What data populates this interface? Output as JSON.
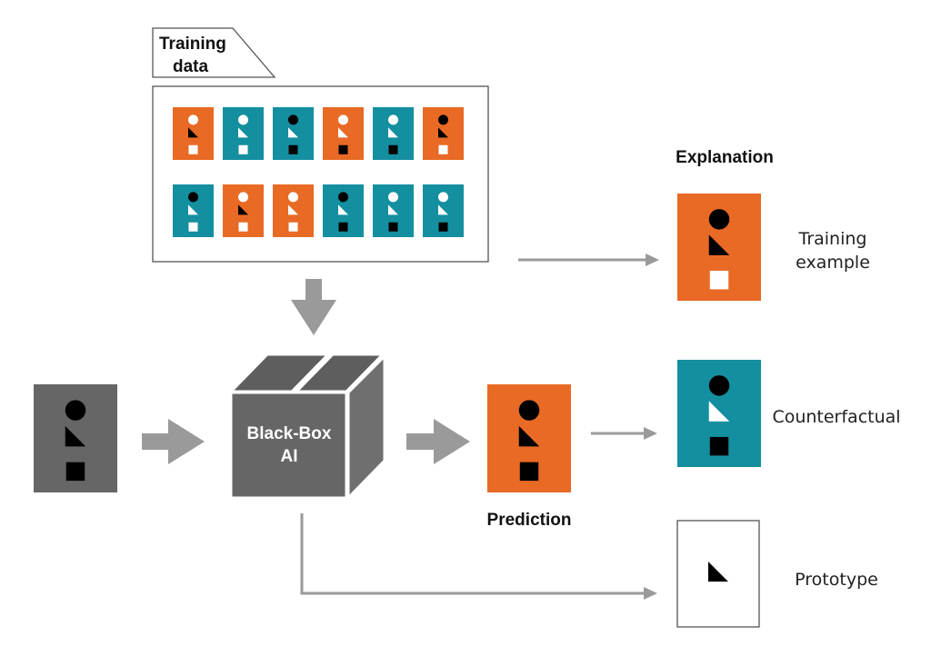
{
  "training_data": {
    "label_line1": "Training",
    "label_line2": "data",
    "cards": [
      {
        "color": "orange",
        "circle": "white",
        "triangle": "black",
        "square": "white"
      },
      {
        "color": "teal",
        "circle": "white",
        "triangle": "white",
        "square": "white"
      },
      {
        "color": "teal",
        "circle": "black",
        "triangle": "white",
        "square": "black"
      },
      {
        "color": "orange",
        "circle": "white",
        "triangle": "white",
        "square": "black"
      },
      {
        "color": "teal",
        "circle": "white",
        "triangle": "white",
        "square": "black"
      },
      {
        "color": "orange",
        "circle": "black",
        "triangle": "black",
        "square": "white"
      },
      {
        "color": "teal",
        "circle": "black",
        "triangle": "white",
        "square": "white"
      },
      {
        "color": "orange",
        "circle": "white",
        "triangle": "black",
        "square": "white"
      },
      {
        "color": "orange",
        "circle": "white",
        "triangle": "white",
        "square": "white"
      },
      {
        "color": "teal",
        "circle": "black",
        "triangle": "white",
        "square": "black"
      },
      {
        "color": "teal",
        "circle": "white",
        "triangle": "white",
        "square": "black"
      },
      {
        "color": "teal",
        "circle": "white",
        "triangle": "white",
        "square": "black"
      }
    ]
  },
  "black_box": {
    "line1": "Black-Box",
    "line2": "AI"
  },
  "input_card": {
    "color": "gray",
    "circle": "black",
    "triangle": "black",
    "square": "black"
  },
  "prediction": {
    "label": "Prediction",
    "card": {
      "color": "orange",
      "circle": "black",
      "triangle": "black",
      "square": "black"
    }
  },
  "explanation_heading": "Explanation",
  "explanations": [
    {
      "label_line1": "Training",
      "label_line2": "example",
      "card": {
        "color": "orange",
        "circle": "black",
        "triangle": "black",
        "square": "white"
      }
    },
    {
      "label_line1": "Counterfactual",
      "label_line2": "",
      "card": {
        "color": "teal",
        "circle": "black",
        "triangle": "white",
        "square": "black"
      }
    },
    {
      "label_line1": "Prototype",
      "label_line2": "",
      "card": {
        "color": "white",
        "circle": "none",
        "triangle": "black",
        "square": "none"
      }
    }
  ],
  "colors": {
    "orange": "#e86a25",
    "teal": "#148f9f",
    "gray": "#666666",
    "arrow": "#9a9a9a",
    "box_front": "#666666",
    "box_top": "#5e5e5e",
    "box_side": "#6f6f6f"
  }
}
